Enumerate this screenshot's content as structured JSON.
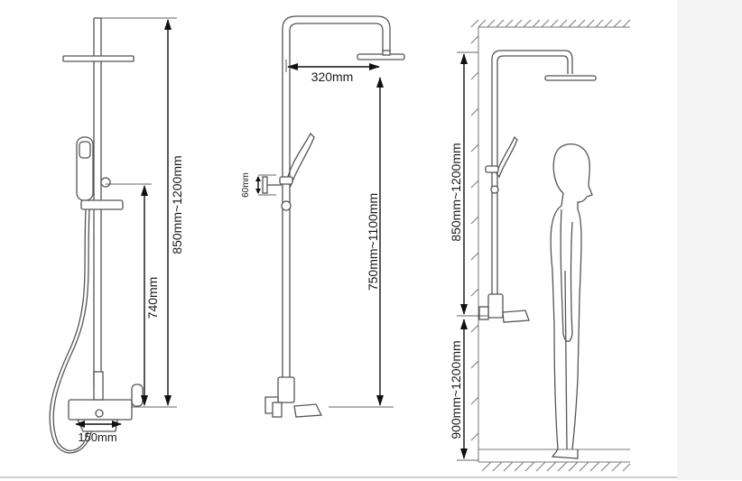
{
  "figure_1": {
    "height_range_label": "850mm~1200mm",
    "bar_height_label": "740mm",
    "spout_width_label": "150mm"
  },
  "figure_2": {
    "arm_reach_label": "320mm",
    "bracket_label": "60mm",
    "height_range_label": "750mm~1100mm"
  },
  "figure_3": {
    "upper_range_label": "850mm~1200mm",
    "lower_range_label": "900mm~1200mm"
  },
  "colors": {
    "line": "#555555",
    "dimension": "#111111",
    "background": "#ffffff",
    "side_strip": "#f4f4f4"
  }
}
